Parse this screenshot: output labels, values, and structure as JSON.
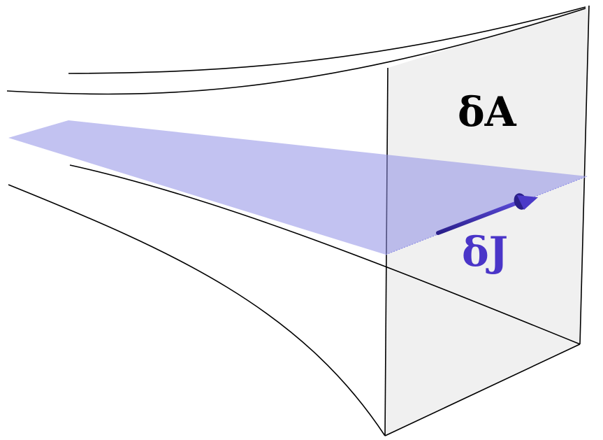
{
  "diagram": {
    "labels": {
      "area": "δA",
      "current": "δJ"
    },
    "colors": {
      "background": "#ffffff",
      "plane_face": "#f0f0f0",
      "outline": "#000000",
      "sheet_fill": "#8f8fe6",
      "sheet_opacity": 0.55,
      "arrow": "#3a2bb3",
      "area_label": "#000000",
      "current_label": "#4a35c8"
    }
  }
}
